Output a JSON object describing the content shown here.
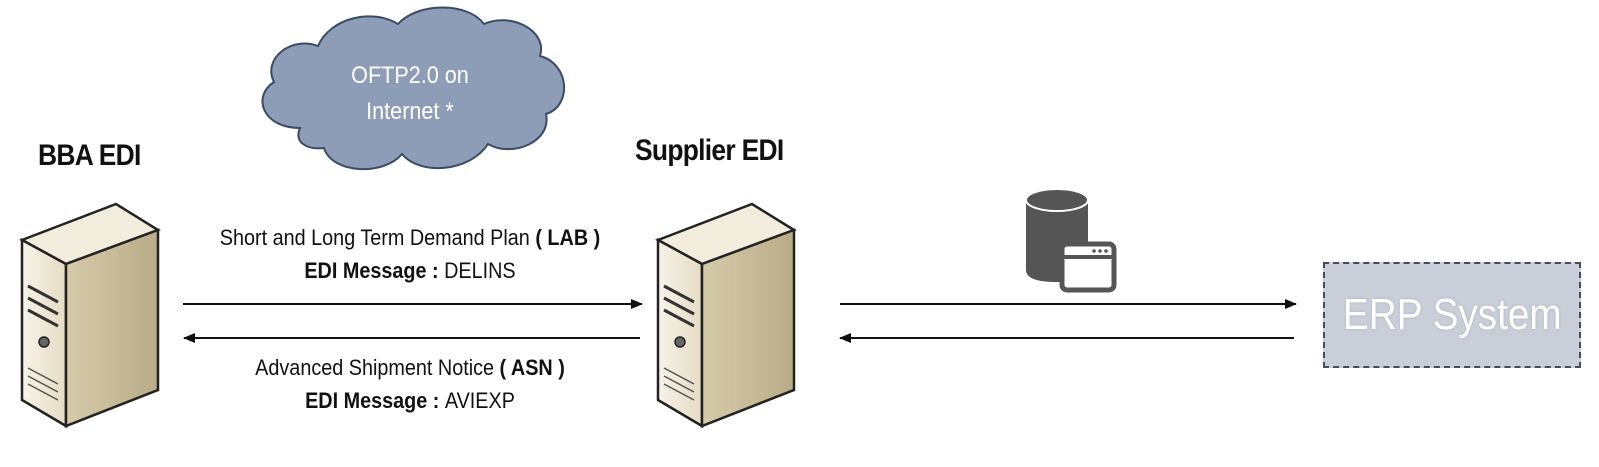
{
  "nodes": {
    "bba_edi": {
      "title": "BBA EDI"
    },
    "supplier_edi": {
      "title": "Supplier EDI"
    },
    "erp": {
      "label": "ERP System"
    }
  },
  "cloud": {
    "line1": "OFTP2.0 on",
    "line2": "Internet *"
  },
  "messages": {
    "demand_plan": {
      "title": "Short and Long Term Demand Plan ",
      "code": "( LAB )",
      "edi_label": "EDI Message : ",
      "edi_value": "DELINS"
    },
    "asn": {
      "title": "Advanced Shipment Notice  ",
      "code": "( ASN )",
      "edi_label": "EDI Message : ",
      "edi_value": "AVIEXP"
    }
  },
  "colors": {
    "cloud_fill": "#8d9db8",
    "server_body": "#ece5d3",
    "server_shade": "#cbbf9f",
    "database_icon": "#555555",
    "erp_fill": "#c9ced8",
    "arrow": "#111111"
  },
  "icons": [
    "server-icon",
    "server-icon",
    "database-window-icon"
  ]
}
